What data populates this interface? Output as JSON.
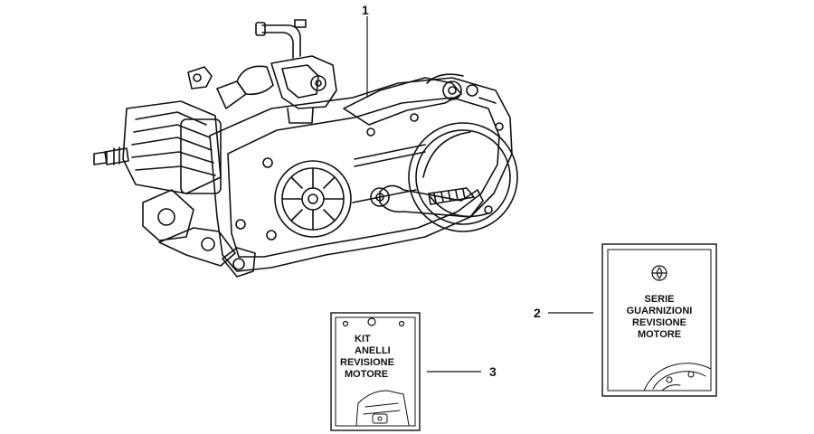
{
  "callouts": [
    {
      "id": "1",
      "label": "1"
    },
    {
      "id": "2",
      "label": "2"
    },
    {
      "id": "3",
      "label": "3"
    }
  ],
  "booklet_seals": {
    "lines": [
      "SERIE",
      "GUARNIZIONI",
      "REVISIONE",
      "MOTORE"
    ]
  },
  "booklet_rings": {
    "lines": [
      "KIT",
      "ANELLI",
      "REVISIONE",
      "MOTORE"
    ]
  },
  "icons": [
    "engine-assembly-illustration",
    "brand-logo-icon",
    "drawing-hole-icon"
  ],
  "colors": {
    "line": "#111111",
    "background": "#ffffff"
  }
}
